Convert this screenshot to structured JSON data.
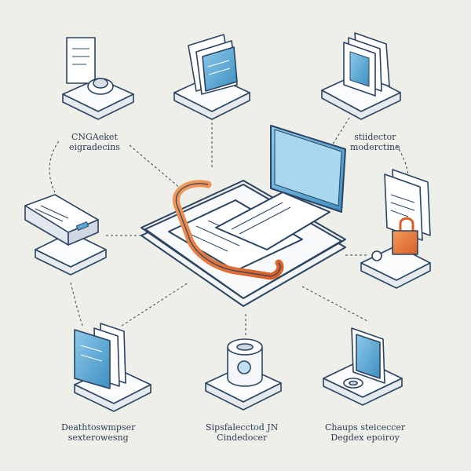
{
  "colors": {
    "background": "#efefea",
    "outline": "#2b4461",
    "accent_blue": "#5aa7d4",
    "accent_orange": "#e8743a",
    "platform": "#f7f8fa"
  },
  "labels": {
    "top_left": {
      "line1": "CNGAeket",
      "line2": "eigradecins"
    },
    "top_right": {
      "line1": "stiidector",
      "line2": "moderctine"
    },
    "bottom_left": {
      "line1": "Deathtoswmpser",
      "line2": "sexterowesng"
    },
    "bottom_center": {
      "line1": "Sipsfalecctod JN",
      "line2": "Cindedocer"
    },
    "bottom_right": {
      "line1": "Chaups steiceccer",
      "line2": "Degdex epoiroy"
    }
  },
  "icons": {
    "node_top_left": "document-node-icon",
    "node_top_center": "folder-node-icon",
    "node_top_right": "stacked-cards-node-icon",
    "node_mid_left": "server-node-icon",
    "node_mid_right": "document-lock-node-icon",
    "node_bottom_left": "files-node-icon",
    "node_bottom_center": "cylinder-node-icon",
    "node_bottom_right": "phone-node-icon",
    "hub_center": "central-platform-icon"
  }
}
